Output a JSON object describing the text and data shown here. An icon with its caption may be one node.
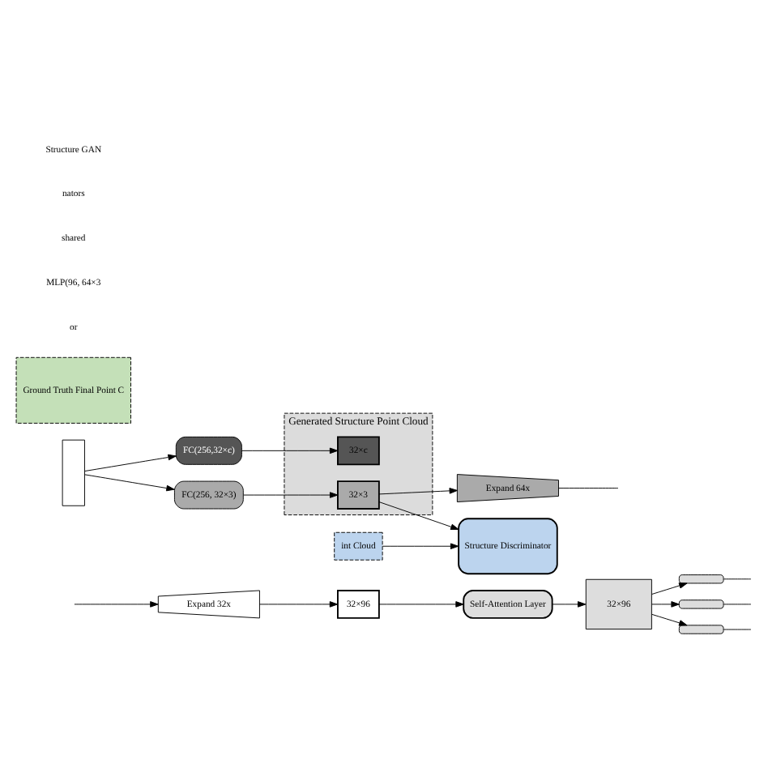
{
  "diagram": {
    "nodes": [
      {
        "text": [
          "Expand 32x"
        ]
      },
      {
        "text": [
          "32×96"
        ]
      },
      {
        "text": [],
        "shape": "box"
      },
      {
        "text": [
          "FC(256,32×c)"
        ]
      },
      {
        "text": [
          "Generated Structure Point Cloud"
        ]
      },
      {
        "text": [
          "32×c"
        ],
        "in": 4
      },
      {
        "text": [
          "FC(256, 32×3)"
        ]
      },
      {
        "text": [
          "32×3"
        ],
        "in": 4
      },
      {
        "text": [
          "Self-Attention Layer"
        ]
      },
      {
        "text": [
          "32×96"
        ]
      },
      {
        "text": [],
        "shape": "box"
      },
      {
        "text": [],
        "shape": "box"
      },
      {
        "text": [],
        "shape": "box"
      },
      {
        "text": [
          "Expand 64x"
        ]
      },
      {
        "text": [
          "int Cloud"
        ]
      },
      {
        "text": [
          "Structure Discriminator"
        ]
      },
      {
        "text": [
          "Ground Truth Final Point C"
        ]
      }
    ],
    "edges": [
      {
        "from": null,
        "to": 0,
        "arrow": "to"
      },
      {
        "from": 0,
        "to": 1,
        "arrow": "to"
      },
      {
        "from": 2,
        "to": 3,
        "arrow": "to"
      },
      {
        "from": 2,
        "to": 6,
        "arrow": "to"
      },
      {
        "from": 3,
        "to": 5,
        "arrow": "to"
      },
      {
        "from": 6,
        "to": 7,
        "arrow": "to"
      },
      {
        "from": 1,
        "to": 8,
        "arrow": "to"
      },
      {
        "from": 8,
        "to": 9,
        "arrow": "to"
      },
      {
        "from": 9,
        "to": 10,
        "arrow": "to"
      },
      {
        "from": 9,
        "to": 11,
        "arrow": "to"
      },
      {
        "from": 9,
        "to": 12,
        "arrow": "to"
      },
      {
        "from": 10,
        "to": null,
        "arrow": "none"
      },
      {
        "from": 11,
        "to": null,
        "arrow": "none"
      },
      {
        "from": 12,
        "to": null,
        "arrow": "none"
      },
      {
        "from": 7,
        "to": 13,
        "arrow": "to"
      },
      {
        "from": 13,
        "to": null,
        "arrow": "none"
      },
      {
        "from": 7,
        "to": 15,
        "arrow": "to"
      },
      {
        "from": 14,
        "to": 15,
        "arrow": "to"
      }
    ],
    "labels": [
      "or",
      "MLP(96, 64×3",
      "shared",
      "nators",
      "Structure GAN"
    ]
  }
}
